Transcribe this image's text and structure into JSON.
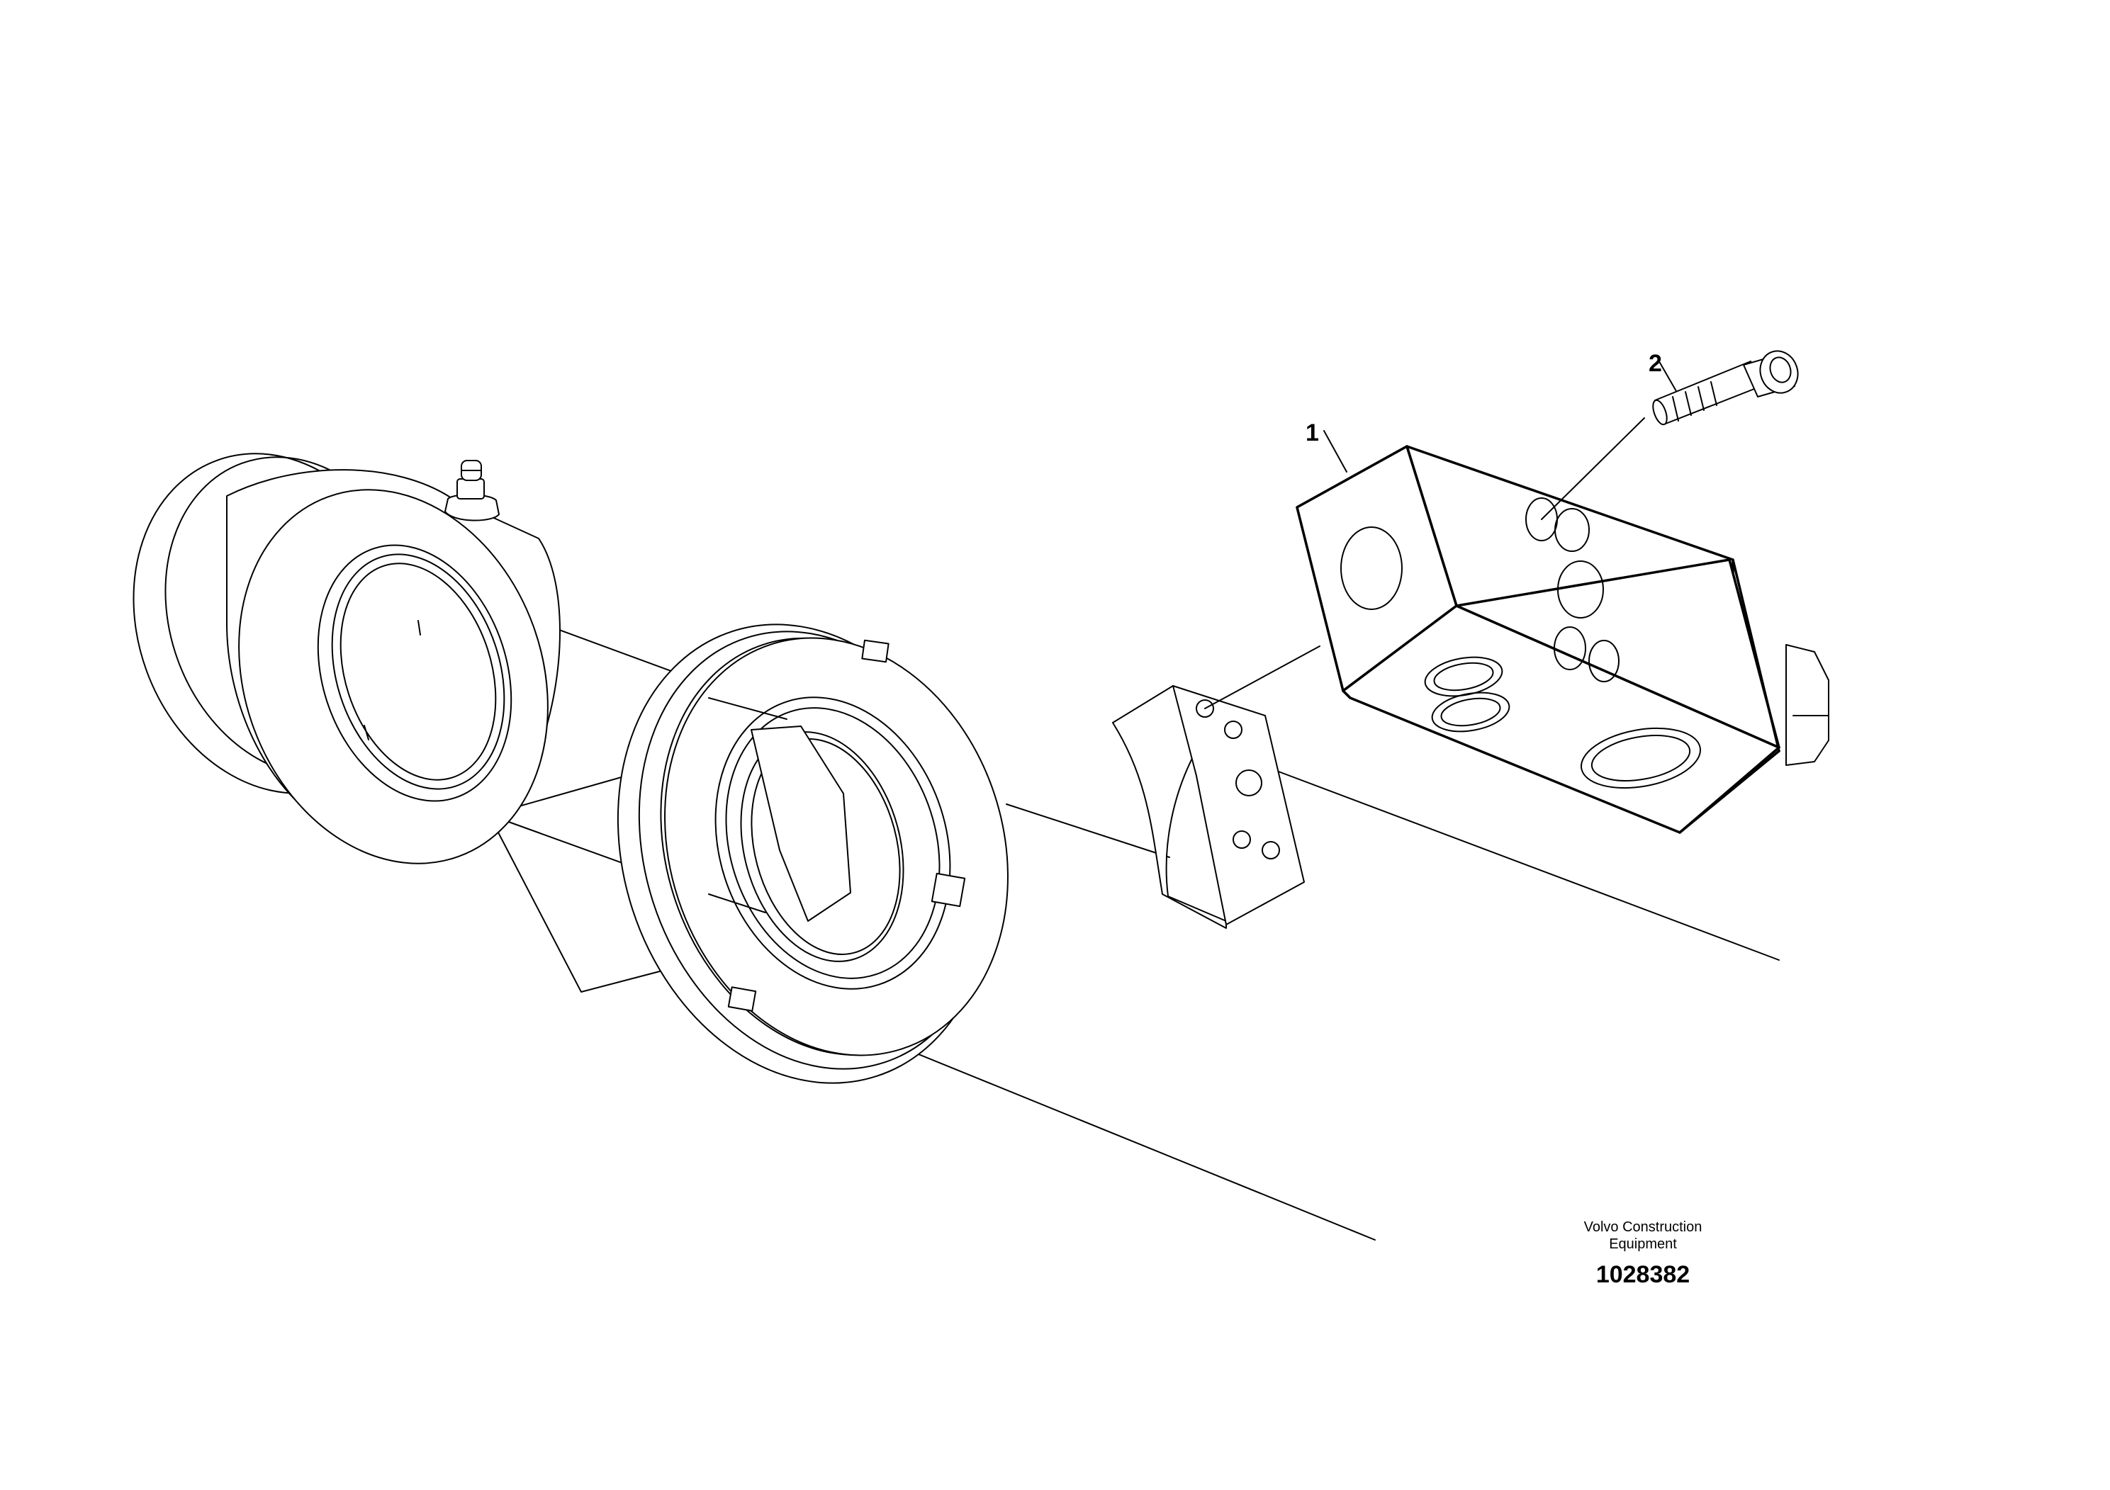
{
  "callouts": [
    {
      "id": "1",
      "label": "1"
    },
    {
      "id": "2",
      "label": "2"
    }
  ],
  "branding": {
    "line1": "Volvo Construction",
    "line2": "Equipment"
  },
  "document_number": "1028382",
  "colors": {
    "line": "#000000",
    "background": "#ffffff"
  }
}
